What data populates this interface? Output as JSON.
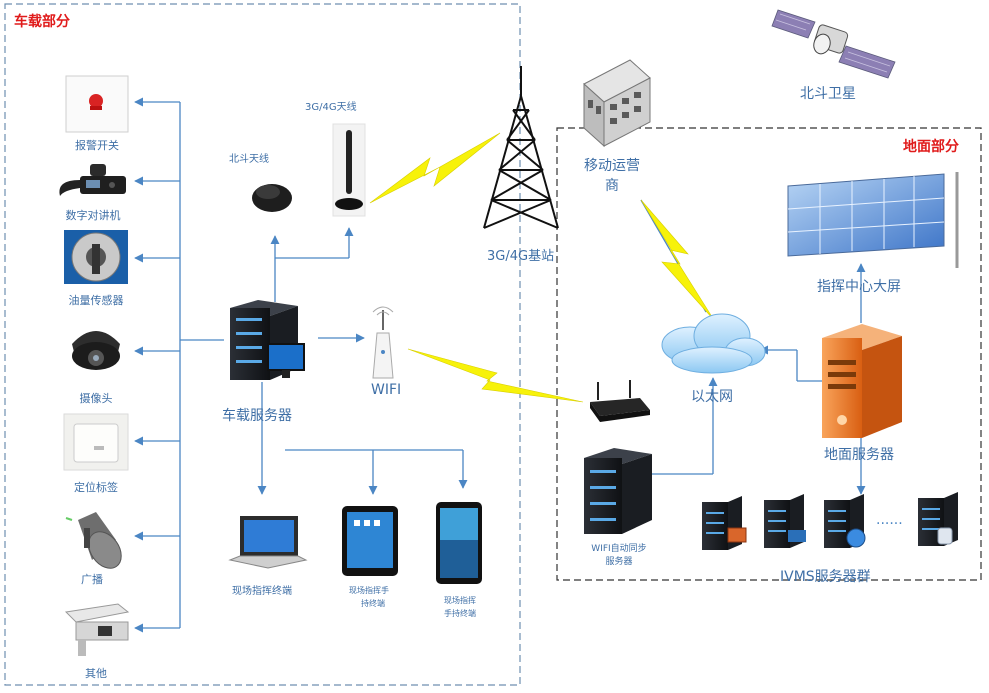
{
  "sections": {
    "vehicle": "车载部分",
    "ground": "地面部分"
  },
  "vehicle_devices": {
    "alarm_switch": "报警开关",
    "radio": "数字对讲机",
    "oil_sensor": "油量传感器",
    "camera": "摄像头",
    "rfid_tag": "定位标签",
    "broadcast": "广播",
    "other": "其他"
  },
  "antennas": {
    "beidou": "北斗天线",
    "cellular": "3G/4G天线"
  },
  "vehicle_server": "车载服务器",
  "wifi_ap": "WIFI",
  "terminals": {
    "laptop": "现场指挥终端",
    "tablet_line1": "现场指挥手",
    "tablet_line2": "持终端",
    "phone_line1": "现场指挥",
    "phone_line2": "手持终端"
  },
  "base_station": "3G/4G基站",
  "operator_line1": "移动运营",
  "operator_line2": "商",
  "satellite": "北斗卫星",
  "ground_nodes": {
    "big_screen": "指挥中心大屏",
    "ethernet": "以太网",
    "ground_server": "地面服务器",
    "wifi_sync_line1": "WIFI自动同步",
    "wifi_sync_line2": "服务器",
    "ivms_cluster": "IVMS服务器群"
  },
  "colors": {
    "label": "#3f6fa6",
    "section_title": "#e01b1b",
    "connector": "#4b86c4",
    "lightning": "#f7f20a",
    "dash_border": "#6f8fb0"
  }
}
